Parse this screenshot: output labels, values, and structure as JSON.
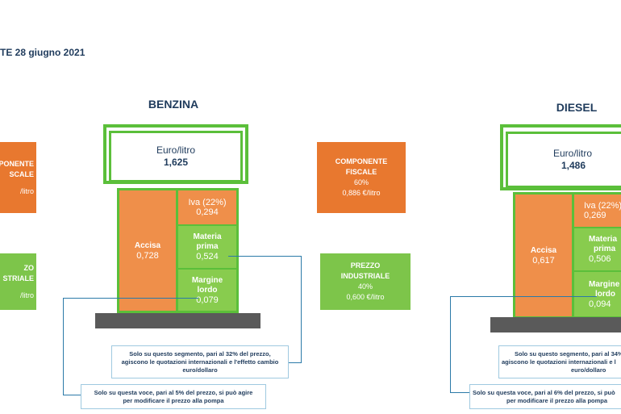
{
  "header": {
    "title": "TE 28 giugno 2021"
  },
  "benzina": {
    "title": "BENZINA",
    "display_unit": "Euro/litro",
    "display_value": "1,625",
    "accisa": {
      "label": "Accisa",
      "value": "0,728"
    },
    "iva": {
      "label": "Iva (22%)",
      "value": "0,294"
    },
    "materia": {
      "label1": "Materia",
      "label2": "prima",
      "value": "0,524"
    },
    "margine": {
      "label1": "Margine",
      "label2": "lordo",
      "value": "0,079"
    },
    "componente": {
      "line1": "COMPONENTE",
      "line2": "FISCALE",
      "pct": "60%",
      "per_litro": "0,886 €/litro"
    },
    "prezzo": {
      "line1": "PREZZO",
      "line2": "INDUSTRIALE",
      "pct": "40%",
      "per_litro": "0,600 €/litro"
    },
    "note_materia": {
      "l1": "Solo su questo segmento, pari al 32% del prezzo,",
      "l2": "agiscono le quotazioni internazionali e l'effetto cambio",
      "l3": "euro/dollaro"
    },
    "note_margine": {
      "l1": "Solo su questa voce, pari al 5% del prezzo, si può agire",
      "l2": "per modificare il prezzo alla pompa"
    }
  },
  "diesel": {
    "title": "DIESEL",
    "display_unit": "Euro/litro",
    "display_value": "1,486",
    "accisa": {
      "label": "Accisa",
      "value": "0,617"
    },
    "iva": {
      "label": "Iva (22%)",
      "value": "0,269"
    },
    "materia": {
      "label1": "Materia",
      "label2": "prima",
      "value": "0,506"
    },
    "margine": {
      "label1": "Margine",
      "label2": "lordo",
      "value": "0,094"
    },
    "note_materia": {
      "l1": "Solo su questo segmento, pari al 34%",
      "l2": "agiscono le quotazioni internazionali e l",
      "l3": "euro/dollaro"
    },
    "note_margine": {
      "l1": "Solo su questa voce, pari al 6% del prezzo, si può",
      "l2": "per modificare il prezzo alla pompa"
    }
  },
  "left_partial": {
    "componente": {
      "line1": "PONENTE",
      "line2": "SCALE",
      "per_litro": "/litro"
    },
    "prezzo": {
      "line1": "ZO",
      "line2": "STRIALE",
      "per_litro": "/litro"
    }
  },
  "chart_data": {
    "type": "bar",
    "title": "",
    "categories": [
      "BENZINA",
      "DIESEL"
    ],
    "series": [
      {
        "name": "Accisa",
        "values": [
          0.728,
          0.617
        ]
      },
      {
        "name": "Iva (22%)",
        "values": [
          0.294,
          0.269
        ]
      },
      {
        "name": "Materia prima",
        "values": [
          0.524,
          0.506
        ]
      },
      {
        "name": "Margine lordo",
        "values": [
          0.079,
          0.094
        ]
      }
    ],
    "totals": [
      1.625,
      1.486
    ],
    "unit": "Euro/litro",
    "colors": {
      "fiscal": "#ef8f4a",
      "industrial": "#88cc4e",
      "frame": "#5bbf3a",
      "base": "#5a5a5a",
      "callout": "#2b7aa8"
    }
  }
}
